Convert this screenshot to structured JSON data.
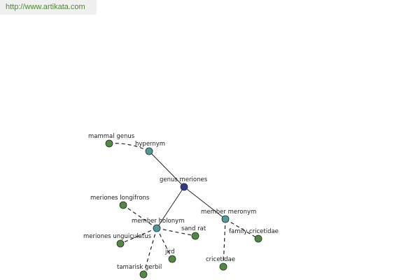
{
  "source_link": "http://www.artikata.com",
  "colors": {
    "center": "#2e3a8c",
    "relation": "#4f9a9a",
    "leaf": "#4e8a3e"
  },
  "diagram": {
    "center": "genus meriones",
    "relations": [
      "hypernym",
      "member holonym",
      "member meronym"
    ],
    "terms": {
      "hypernym": [
        "mammal genus"
      ],
      "member holonym": [
        "meriones longifrons",
        "meriones unguiculatus",
        "sand rat",
        "jird",
        "tamarisk gerbil"
      ],
      "member meronym": [
        "family cricetidae",
        "cricetidae"
      ]
    }
  }
}
